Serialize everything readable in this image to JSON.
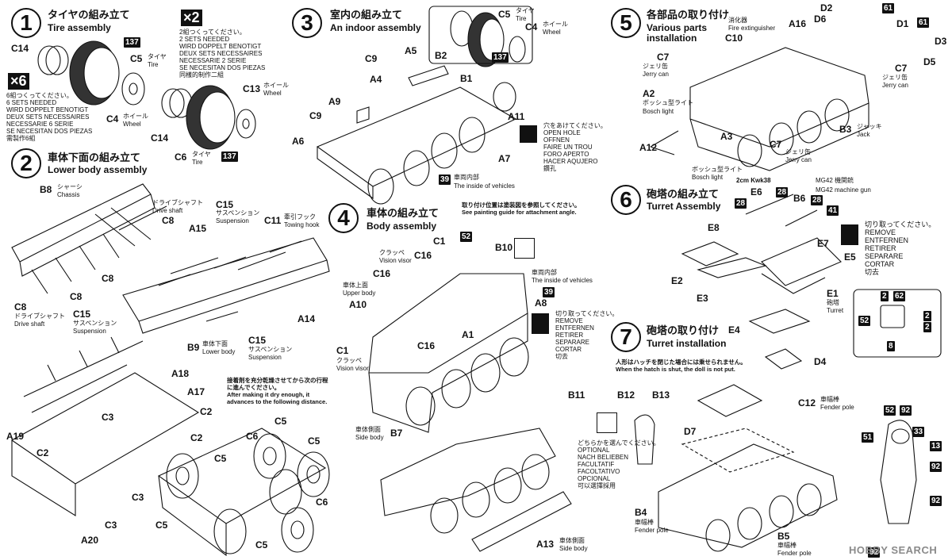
{
  "steps": [
    {
      "num": "1",
      "title_jp": "タイヤの組み立て",
      "title_en": "Tire assembly"
    },
    {
      "num": "2",
      "title_jp": "車体下面の組み立て",
      "title_en": "Lower body assembly"
    },
    {
      "num": "3",
      "title_jp": "室内の組み立て",
      "title_en": "An indoor assembly"
    },
    {
      "num": "4",
      "title_jp": "車体の組み立て",
      "title_en": "Body assembly"
    },
    {
      "num": "5",
      "title_jp": "各部品の取り付け",
      "title_en": "Various parts installation"
    },
    {
      "num": "6",
      "title_jp": "砲塔の組み立て",
      "title_en": "Turret Assembly"
    },
    {
      "num": "7",
      "title_jp": "砲塔の取り付け",
      "title_en": "Turret installation"
    }
  ],
  "multipliers": {
    "x6": "×6",
    "x2": "×2"
  },
  "notes": {
    "six_sets": [
      "6組つくってください。",
      "6 SETS NEEDED",
      "WIRD DOPPELT BENOTIGT",
      "DEUX SETS NECESSAIRES",
      "NECESSARIE 6 SERIE",
      "SE NECESITAN DOS PIEZAS",
      "需製作6組"
    ],
    "two_sets": [
      "2組つくってください。",
      "2 SETS NEEDED",
      "WIRD DOPPELT BENOTIGT",
      "DEUX SETS NECESSAIRES",
      "NECESSARIE 2 SERIE",
      "SE NECESITAN DOS PIEZAS",
      "同樣的制作二組"
    ],
    "open_hole": [
      "穴をあけてください。",
      "OPEN HOLE",
      "OFFNEN",
      "FAIRE UN TROU",
      "FORO APERTO",
      "HACER AQUJERO",
      "鑽孔"
    ],
    "remove_1": [
      "切り取ってください。",
      "REMOVE",
      "ENTFERNEN",
      "RETIRER",
      "SEPARARE",
      "CORTAR",
      "切去"
    ],
    "remove_2": [
      "切り取ってください。",
      "REMOVE",
      "ENTFERNEN",
      "RETIRER",
      "SEPARARE",
      "CORTAR",
      "切去"
    ],
    "optional": [
      "どちらかを選んでください。",
      "OPTIONAL",
      "NACH BELIEBEN",
      "FACULTATIF",
      "FACOLTATIVO",
      "OPCIONAL",
      "可以選擇採用"
    ],
    "glue_jp": "接着剤を充分乾燥させてから次の行程に進んでください。",
    "glue_en": "After making it dry enough, it advances to the following distance.",
    "paint_jp": "取り付け位置は塗装図を参照してください。",
    "paint_en": "See painting guide for attachment angle.",
    "doll_jp": "人形はハッチを閉じた場合には乗せられません。",
    "doll_en": "When the hatch is shut, the doll is not put."
  },
  "parts": {
    "C14a": "C14",
    "C5a": "C5",
    "C5a_jp": "タイヤ",
    "C5a_en": "Tire",
    "C4a": "C4",
    "C4a_jp": "ホイール",
    "C4a_en": "Wheel",
    "p137a": "137",
    "C13": "C13",
    "C13_jp": "ホイール",
    "C13_en": "Wheel",
    "C14b": "C14",
    "C6": "C6",
    "C6_jp": "タイヤ",
    "C6_en": "Tire",
    "p137b": "137",
    "B8": "B8",
    "B8_jp": "シャーシ",
    "B8_en": "Chassis",
    "C8_top": "C8",
    "C8_jp": "ドライブシャフト",
    "C8_en": "Drive shaft",
    "C8b": "C8",
    "C8c": "C8",
    "C8d": "C8",
    "C8d_jp": "ドライブシャフト",
    "C8d_en": "Drive shaft",
    "A15": "A15",
    "C15a": "C15",
    "C15a_jp": "サスペンション",
    "C15a_en": "Suspension",
    "C11": "C11",
    "C11_jp": "牽引フック",
    "C11_en": "Towing hook",
    "C15b": "C15",
    "C15b_jp": "サスペンション",
    "C15b_en": "Suspension",
    "B9": "B9",
    "B9_jp": "車体下面",
    "B9_en": "Lower body",
    "C15c": "C15",
    "C15c_jp": "サスペンション",
    "C15c_en": "Suspension",
    "A14": "A14",
    "A18": "A18",
    "A17": "A17",
    "C3a": "C3",
    "C2a": "C2",
    "C2b": "C2",
    "A19": "A19",
    "C2c": "C2",
    "C3b": "C3",
    "C3c": "C3",
    "A20": "A20",
    "C6b": "C6",
    "C5b": "C5",
    "C5c": "C5",
    "C5d": "C5",
    "C6c": "C6",
    "C5e": "C5",
    "C5f": "C5",
    "A5": "A5",
    "C9a": "C9",
    "A4": "A4",
    "B1": "B1",
    "A9": "A9",
    "C9b": "C9",
    "A6": "A6",
    "A11": "A11",
    "A7": "A7",
    "p39a": "39",
    "inside_jp": "車両内部",
    "inside_en": "The inside of vehicles",
    "C5_3": "C5",
    "C5_3_jp": "タイヤ",
    "C5_3_en": "Tire",
    "C4_3": "C4",
    "C4_3_jp": "ホイール",
    "C4_3_en": "Wheel",
    "B2": "B2",
    "p137c": "137",
    "p52a": "52",
    "B10": "B10",
    "C1a": "C1",
    "C1a_jp": "クラッペ",
    "C1a_en": "Vision visor",
    "C16a": "C16",
    "C16b": "C16",
    "upper_jp": "車体上面",
    "upper_en": "Upper body",
    "A10": "A10",
    "A8": "A8",
    "A1": "A1",
    "C16c": "C16",
    "inside2_jp": "車両内部",
    "inside2_en": "The inside of vehicles",
    "p39b": "39",
    "C1b": "C1",
    "C1b_jp": "クラッペ",
    "C1b_en": "Vision visor",
    "B7": "B7",
    "B7_jp": "車体側面",
    "B7_en": "Side body",
    "A13": "A13",
    "A13_jp": "車体側面",
    "A13_en": "Side body",
    "D2": "D2",
    "D6": "D6",
    "p61a": "61",
    "p61b": "61",
    "A16": "A16",
    "fire_jp": "消化器",
    "fire_en": "Fire extinguisher",
    "C10": "C10",
    "D1": "D1",
    "D3": "D3",
    "D5": "D5",
    "C7a": "C7",
    "C7a_jp": "ジェリ缶",
    "C7a_en": "Jerry can",
    "A2": "A2",
    "A2_jp": "ボッシュ型ライト",
    "A2_en": "Bosch light",
    "C7b": "C7",
    "C7b_jp": "ジェリ缶",
    "C7b_en": "Jerry can",
    "B3": "B3",
    "B3_jp": "ジャッキ",
    "B3_en": "Jack",
    "A12": "A12",
    "A3": "A3",
    "A3_jp": "ボッシュ型ライト",
    "A3_en": "Bosch light",
    "C7c": "C7",
    "C7c_jp": "ジェリ缶",
    "C7c_en": "Jerry can",
    "E6": "E6",
    "E6_label": "2cm Kwk38",
    "B6": "B6",
    "mg_jp": "MG42 機関銃",
    "mg_en": "MG42 machine gun",
    "p28a": "28",
    "p28b": "28",
    "p28c": "28",
    "p41": "41",
    "E8": "E8",
    "E7": "E7",
    "E5": "E5",
    "E2": "E2",
    "E3": "E3",
    "E1": "E1",
    "E1_jp": "砲塔",
    "E1_en": "Turret",
    "E4": "E4",
    "D4": "D4",
    "pb2": "2",
    "pb62": "62",
    "pb52": "52",
    "pb2b": "2",
    "pb2c": "2",
    "pb8": "8",
    "B11": "B11",
    "B12": "B12",
    "B13": "B13",
    "D7": "D7",
    "C12": "C12",
    "C12_jp": "車幅棒",
    "C12_en": "Fender pole",
    "B4": "B4",
    "B4_jp": "車幅棒",
    "B4_en": "Fender pole",
    "B5": "B5",
    "B5_jp": "車幅棒",
    "B5_en": "Fender pole",
    "f52": "52",
    "f92a": "92",
    "f51": "51",
    "f33": "33",
    "f13": "13",
    "f92b": "92",
    "f92c": "92",
    "f92d": "92"
  },
  "watermark": "HOBBY SEARCH"
}
